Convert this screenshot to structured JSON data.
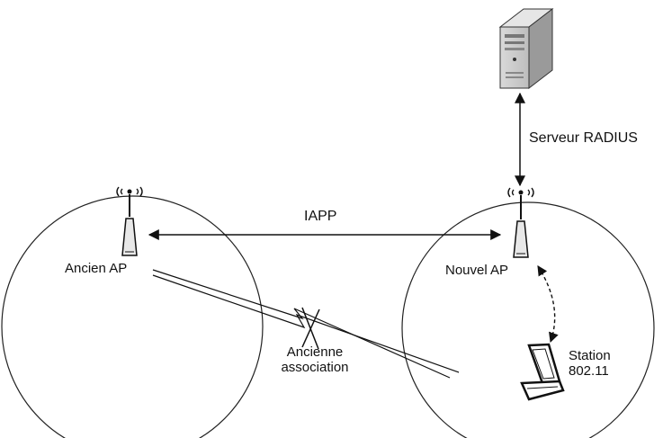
{
  "labels": {
    "server": "Serveur RADIUS",
    "protocol": "IAPP",
    "old_ap": "Ancien AP",
    "new_ap": "Nouvel AP",
    "old_association_line1": "Ancienne",
    "old_association_line2": "association",
    "station_line1": "Station",
    "station_line2": "802.11"
  },
  "icons": {
    "server": "server-tower-icon",
    "old_ap": "wireless-antenna-icon",
    "new_ap": "wireless-antenna-icon",
    "station": "laptop-icon",
    "broken_link": "broken-link-x-icon"
  }
}
